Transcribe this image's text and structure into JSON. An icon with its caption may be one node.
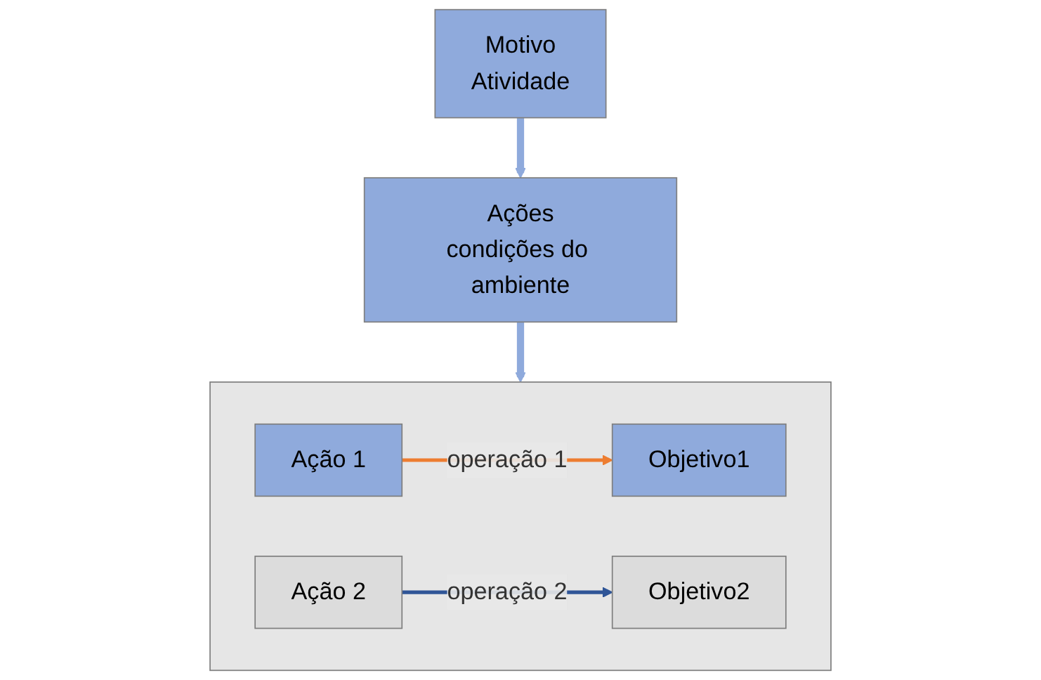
{
  "diagram": {
    "nodes": [
      {
        "text": [
          "Motivo",
          "Atividade"
        ]
      },
      {
        "text": [
          "Ações",
          "condições do ambiente"
        ]
      },
      {
        "text": [],
        "shape": "box"
      },
      {
        "text": [
          "Ação 1"
        ],
        "in": 2
      },
      {
        "text": [
          "Objetivo1"
        ],
        "in": 2
      },
      {
        "text": [
          "Ação 2"
        ],
        "in": 2
      },
      {
        "text": [
          "Objetivo2"
        ],
        "in": 2
      }
    ],
    "edges": [
      {
        "from": 0,
        "to": 1,
        "arrow": "to",
        "style": "thick",
        "color": "#8faadc"
      },
      {
        "from": 1,
        "to": 2,
        "arrow": "to",
        "style": "thick",
        "color": "#8faadc"
      },
      {
        "from": 3,
        "to": 4,
        "arrow": "to",
        "label": "operação 1",
        "color": "#ed7d31"
      },
      {
        "from": 5,
        "to": 6,
        "arrow": "to",
        "label": "operação 2",
        "color": "#2f5597"
      }
    ]
  }
}
